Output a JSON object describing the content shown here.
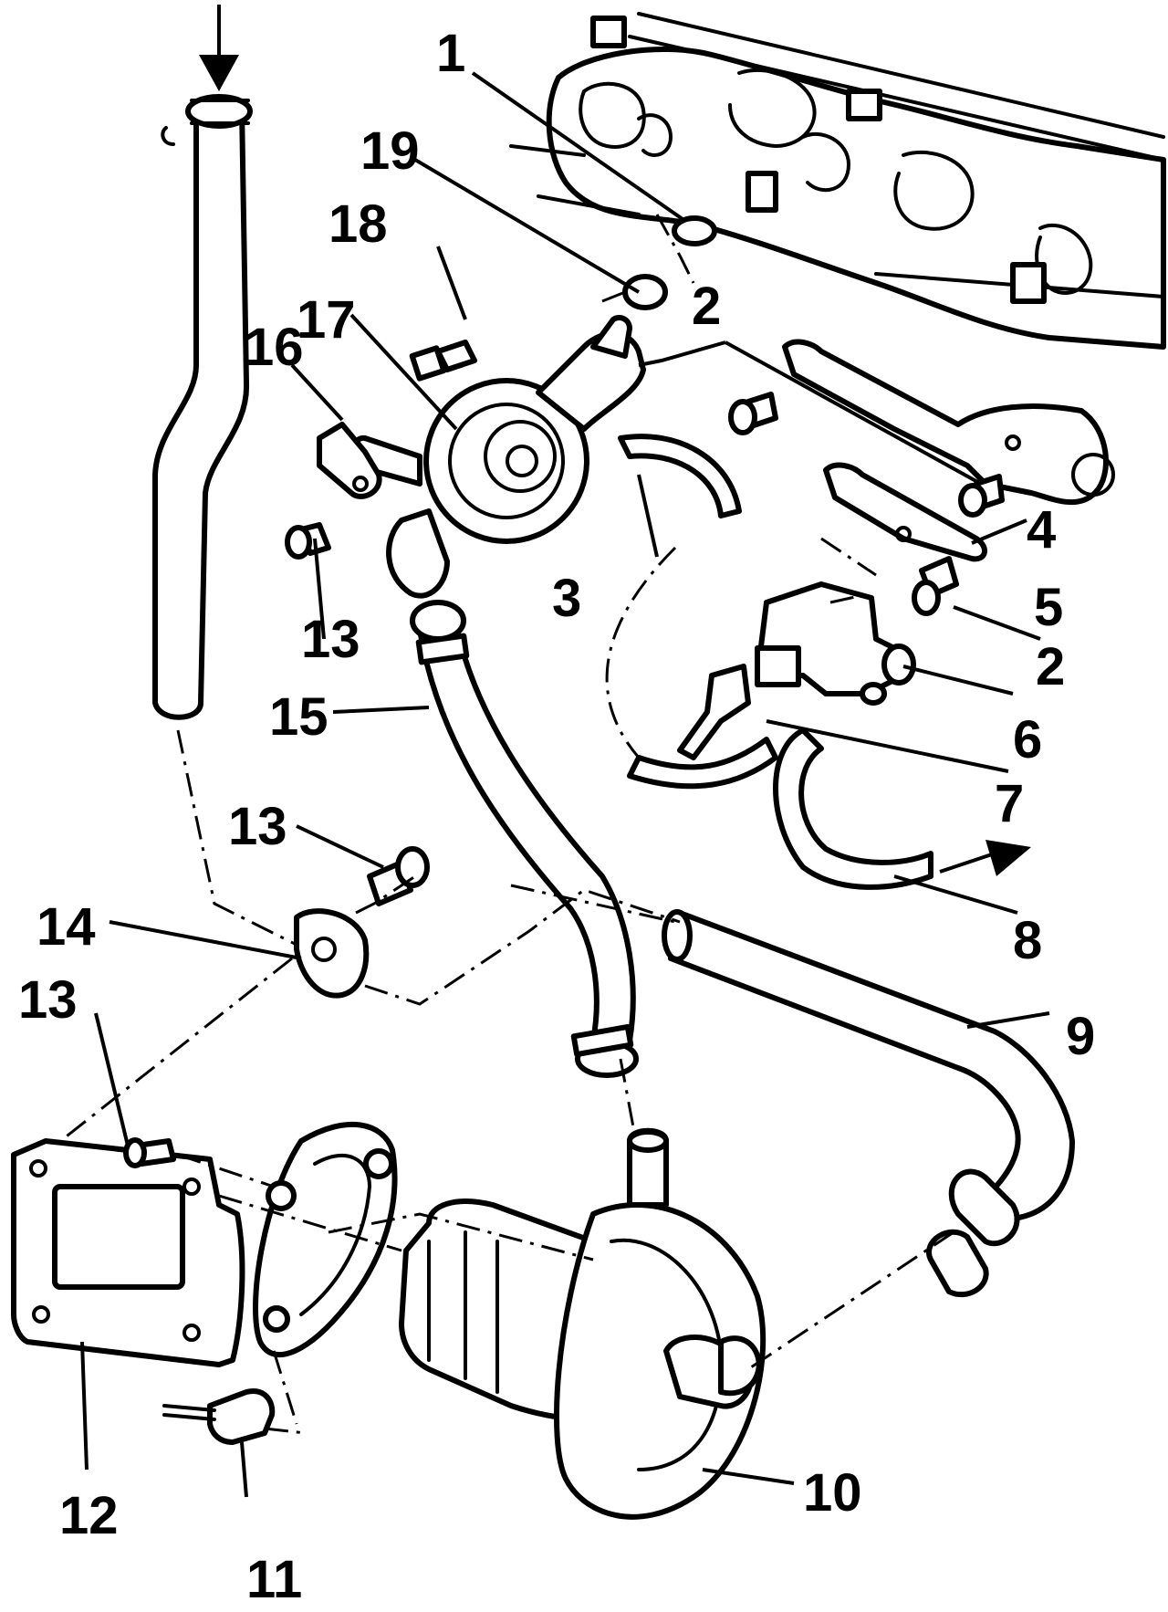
{
  "diagram": {
    "callouts": [
      {
        "id": "1",
        "text": "1"
      },
      {
        "id": "2a",
        "text": "2"
      },
      {
        "id": "2b",
        "text": "2"
      },
      {
        "id": "3",
        "text": "3"
      },
      {
        "id": "4",
        "text": "4"
      },
      {
        "id": "5",
        "text": "5"
      },
      {
        "id": "6",
        "text": "6"
      },
      {
        "id": "7",
        "text": "7"
      },
      {
        "id": "8",
        "text": "8"
      },
      {
        "id": "9",
        "text": "9"
      },
      {
        "id": "10",
        "text": "10"
      },
      {
        "id": "11",
        "text": "11"
      },
      {
        "id": "12",
        "text": "12"
      },
      {
        "id": "13a",
        "text": "13"
      },
      {
        "id": "13b",
        "text": "13"
      },
      {
        "id": "13c",
        "text": "13"
      },
      {
        "id": "14",
        "text": "14"
      },
      {
        "id": "15",
        "text": "15"
      },
      {
        "id": "16",
        "text": "16"
      },
      {
        "id": "17",
        "text": "17"
      },
      {
        "id": "18",
        "text": "18"
      },
      {
        "id": "19",
        "text": "19"
      }
    ],
    "colors": {
      "ink": "#000000",
      "paper": "#ffffff"
    }
  }
}
